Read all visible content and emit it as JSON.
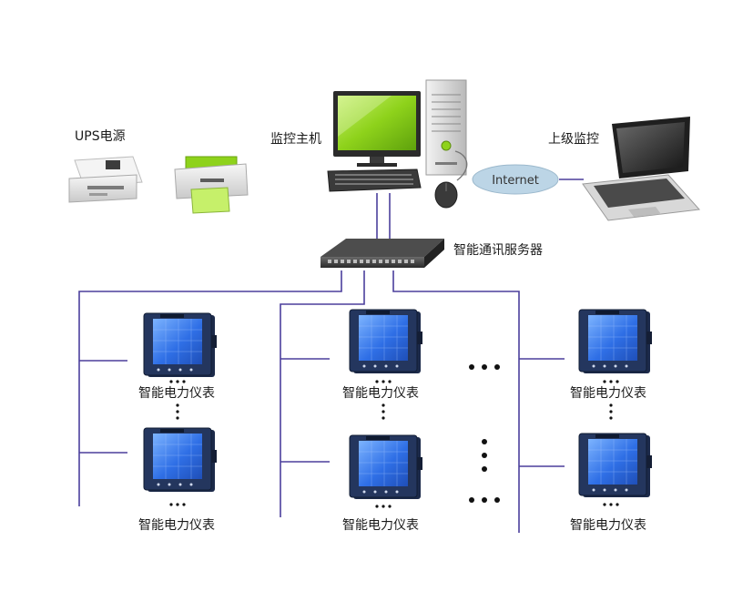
{
  "labels": {
    "ups": "UPS电源",
    "host": "监控主机",
    "superior": "上级监控",
    "internet": "Internet",
    "server": "智能通讯服务器",
    "meter": "智能电力仪表"
  },
  "colors": {
    "wire": "#4b3f9c",
    "meter_screen": "#2f6fe6",
    "monitor_screen": "#8ed21b",
    "internet_cloud": "#bcd5e6"
  },
  "icons": {
    "ups": "ups-device-icon",
    "printer": "printer-icon",
    "host": "desktop-computer-icon",
    "laptop": "laptop-icon",
    "server": "network-switch-icon",
    "meter": "power-meter-icon"
  }
}
